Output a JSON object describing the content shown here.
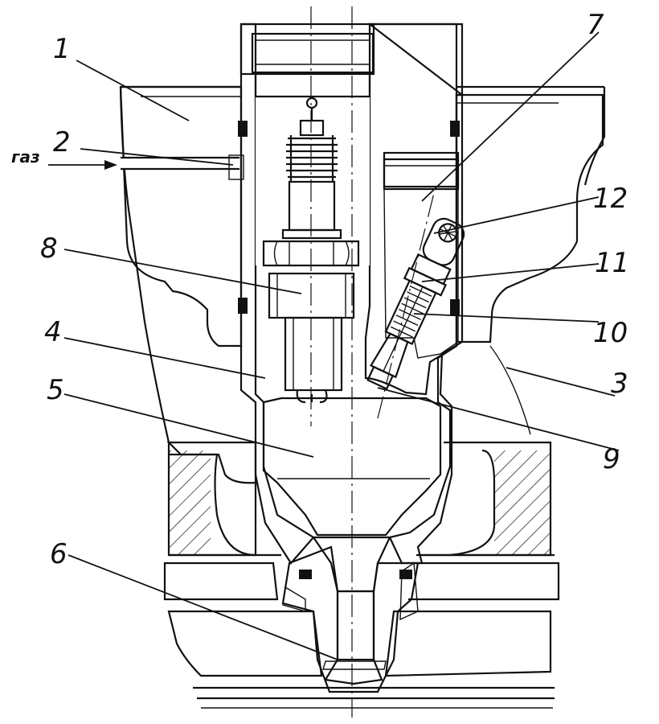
{
  "callouts": {
    "n1": "1",
    "n2": "2",
    "n3": "3",
    "n4": "4",
    "n5": "5",
    "n6": "6",
    "n7": "7",
    "n8": "8",
    "n9": "9",
    "n10": "10",
    "n11": "11",
    "n12": "12"
  },
  "gas_inlet_label": "газ"
}
